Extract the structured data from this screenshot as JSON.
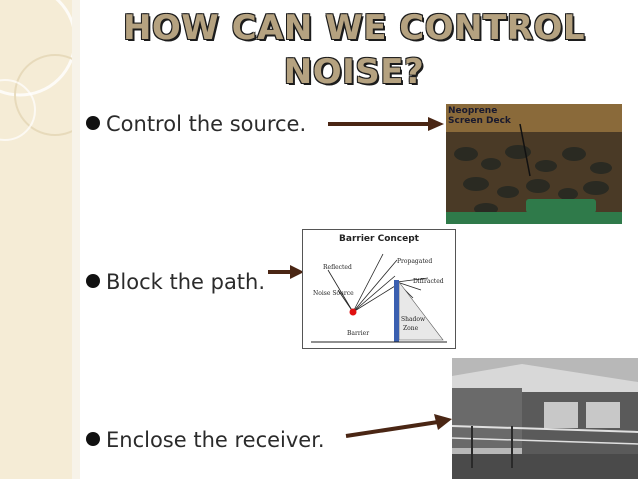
{
  "slide": {
    "title": "HOW CAN WE CONTROL NOISE?",
    "bullets": [
      "Control the source.",
      "Block the path.",
      "Enclose the receiver."
    ]
  },
  "images": {
    "screen_deck": {
      "label_line1": "Neoprene",
      "label_line2": "Screen Deck"
    },
    "barrier": {
      "title": "Barrier Concept",
      "labels": {
        "reflected": "Reflected",
        "propagated": "Propagated",
        "diffracted": "Diffracted",
        "noise_source": "Noise Source",
        "shadow": "Shadow",
        "zone": "Zone",
        "barrier": "Barrier"
      }
    }
  },
  "colors": {
    "title_fill": "#b5a280",
    "title_outline": "#1c1c1c",
    "arrow": "#4a2614",
    "band": "#f5ecd6"
  }
}
